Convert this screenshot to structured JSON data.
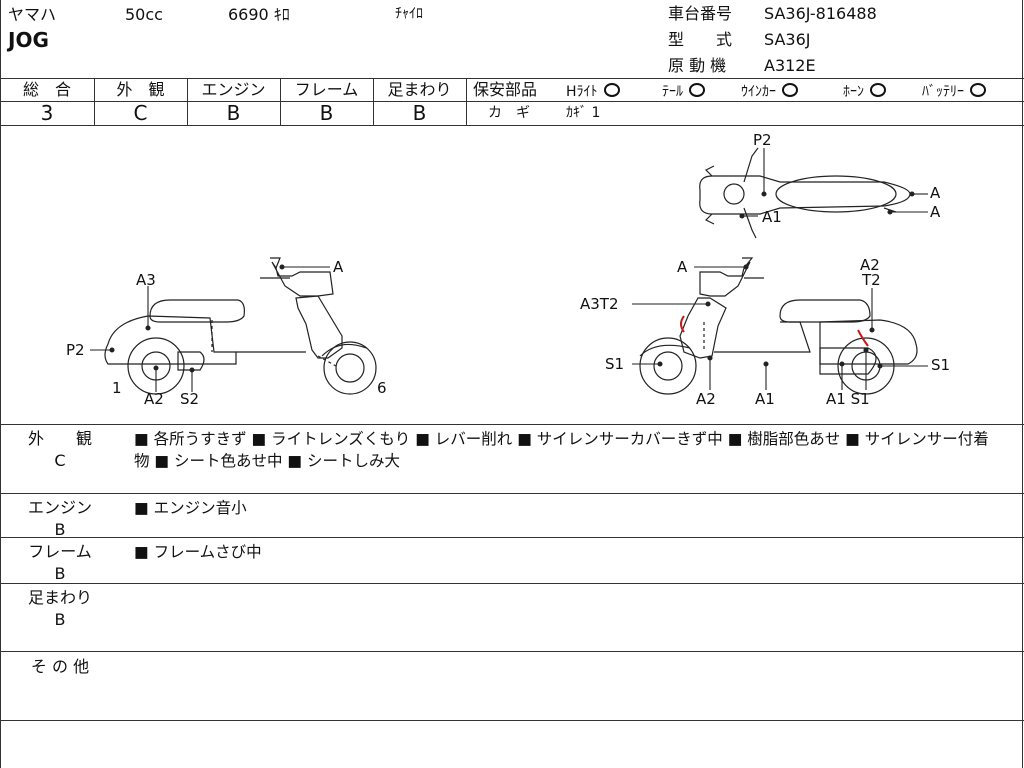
{
  "header": {
    "maker": "ヤマハ",
    "displacement": "50cc",
    "mileage": "6690 ｷﾛ",
    "color": "ﾁｬｲﾛ",
    "model_name": "JOG",
    "frame_no_label": "車台番号",
    "frame_no": "SA36J-816488",
    "type_label": "型　　式",
    "type": "SA36J",
    "engine_label": "原 動 機",
    "engine": "A312E"
  },
  "grades": {
    "headers": [
      "総　合",
      "外　観",
      "エンジン",
      "フレーム",
      "足まわり"
    ],
    "values": [
      "3",
      "C",
      "B",
      "B",
      "B"
    ]
  },
  "safety": {
    "title": "保安部品",
    "items": [
      {
        "label": "Hﾗｲﾄ"
      },
      {
        "label": "ﾃｰﾙ"
      },
      {
        "label": "ｳｲﾝｶｰ"
      },
      {
        "label": "ﾎｰﾝ"
      },
      {
        "label": "ﾊﾞｯﾃﾘｰ"
      }
    ],
    "key_label": "カ　ギ",
    "key_value": "ｶｷﾞ 1"
  },
  "diagram": {
    "top": {
      "p2": "P2",
      "a1": "A1",
      "a_top": "A",
      "a_bottom": "A"
    },
    "left": {
      "a": "A",
      "a3": "A3",
      "p2": "P2",
      "n1": "1",
      "a2": "A2",
      "s2": "S2",
      "n6": "6"
    },
    "right": {
      "a": "A",
      "a2": "A2",
      "t2": "T2",
      "a3t2": "A3T2",
      "s1_left": "S1",
      "s1_right": "S1",
      "a2_bottom": "A2",
      "a1_bottom": "A1",
      "a1_s1": "A1 S1"
    }
  },
  "remarks": [
    {
      "label": "外　　観",
      "grade": "C",
      "text": "■ 各所うすきず ■ ライトレンズくもり ■ レバー削れ ■ サイレンサーカバーきず中 ■ 樹脂部色あせ ■ サイレンサー付着物 ■ シート色あせ中 ■ シートしみ大"
    },
    {
      "label": "エンジン",
      "grade": "B",
      "text": "■ エンジン音小"
    },
    {
      "label": "フレーム",
      "grade": "B",
      "text": "■ フレームさび中"
    },
    {
      "label": "足まわり",
      "grade": "B",
      "text": ""
    },
    {
      "label": "そ の 他",
      "grade": "",
      "text": ""
    }
  ]
}
